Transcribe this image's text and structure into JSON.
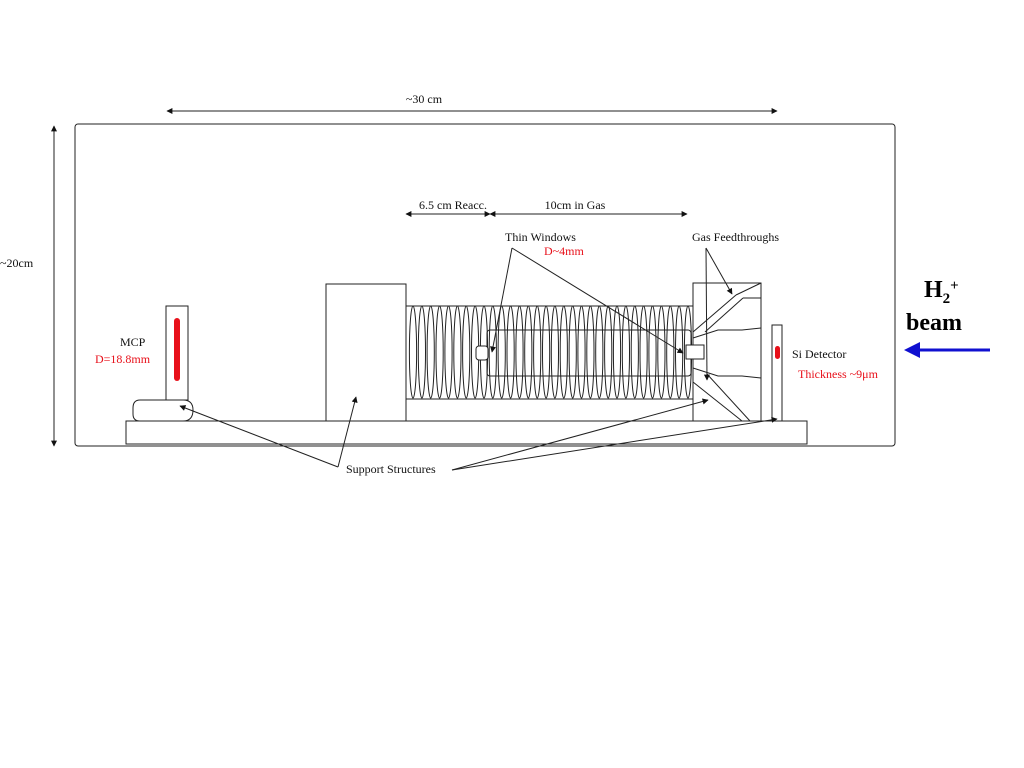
{
  "dimensions": {
    "width_label": "~30 cm",
    "height_label": "~20cm",
    "reacc_label": "6.5 cm Reacc.",
    "gas_label": "10cm in Gas"
  },
  "labels": {
    "thin_windows": "Thin Windows",
    "thin_windows_d": "D~4mm",
    "gas_feedthroughs": "Gas Feedthroughs",
    "mcp": "MCP",
    "mcp_d": "D=18.8mm",
    "si_detector": "Si Detector",
    "si_thickness": "Thickness ~9μm",
    "support_structures": "Support Structures"
  },
  "beam": {
    "species": "H",
    "subscript": "2",
    "superscript": "+",
    "word": "beam"
  },
  "colors": {
    "line": "#222222",
    "highlight": "#e8101a",
    "beam_arrow": "#1010d0"
  }
}
